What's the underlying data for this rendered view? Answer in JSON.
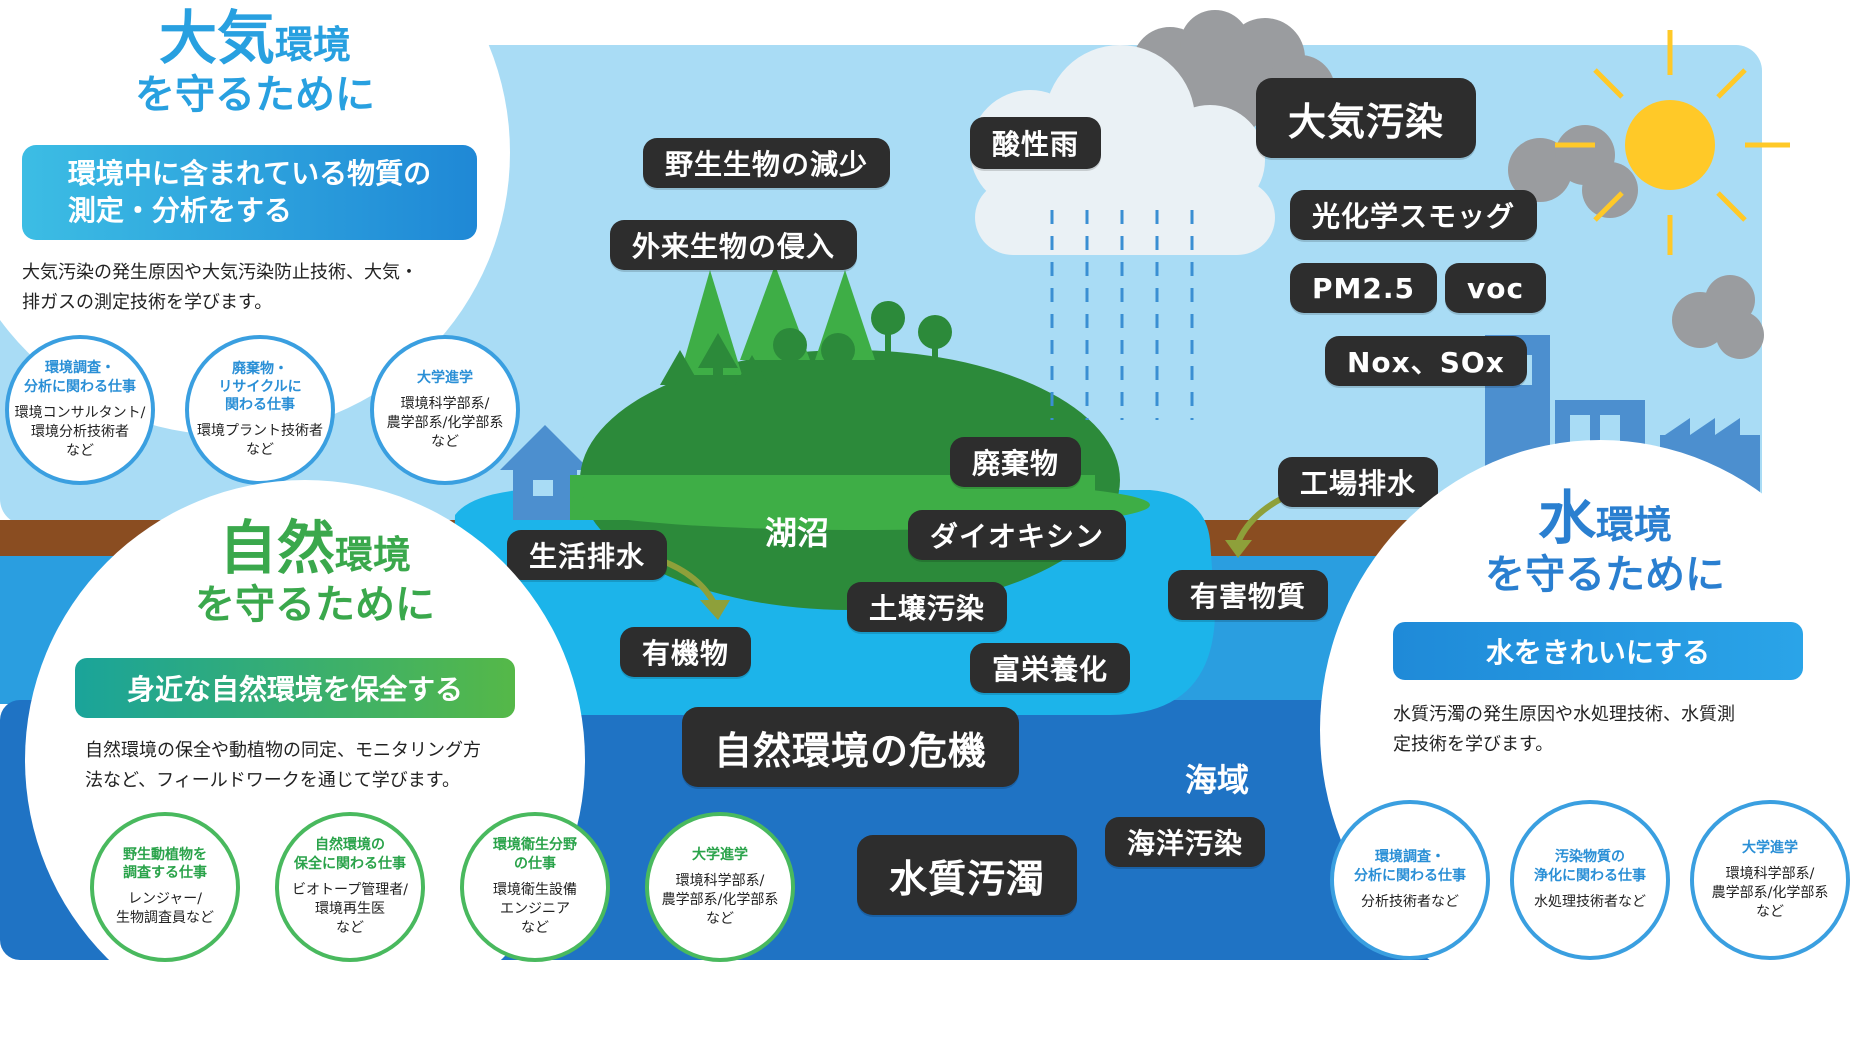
{
  "colors": {
    "sky": "#a9dcf5",
    "lake": "#1cb4ea",
    "sea_light": "#2a9ee0",
    "sea_dark": "#1f73c4",
    "ground": "#8a4d21",
    "hill_dark": "#2c8a3a",
    "hill_light": "#3eae46",
    "tag": "#2d2d2d",
    "air_title": "#28a0e0",
    "nature_title": "#3aa84c",
    "water_title": "#2a7fd0",
    "sun": "#ffc928"
  },
  "air": {
    "title_big": "大気",
    "title_small": "環境",
    "title_line2": "を守るために",
    "banner": "環境中に含まれている物質の\n測定・分析をする",
    "desc": "大気汚染の発生原因や大気汚染防止技術、大気・\n排ガスの測定技術を学びます。",
    "jobs": [
      {
        "title": "環境調査・\n分析に関わる仕事",
        "detail": "環境コンサルタント/\n環境分析技術者\nなど"
      },
      {
        "title": "廃棄物・\nリサイクルに\n関わる仕事",
        "detail": "環境プラント技術者\nなど"
      },
      {
        "title": "大学進学",
        "detail": "環境科学部系/\n農学部系/化学部系\nなど"
      }
    ]
  },
  "nature": {
    "title_big": "自然",
    "title_small": "環境",
    "title_line2": "を守るために",
    "banner": "身近な自然環境を保全する",
    "desc": "自然環境の保全や動植物の同定、モニタリング方\n法など、フィールドワークを通じて学びます。",
    "jobs": [
      {
        "title": "野生動植物を\n調査する仕事",
        "detail": "レンジャー/\n生物調査員など"
      },
      {
        "title": "自然環境の\n保全に関わる仕事",
        "detail": "ビオトープ管理者/\n環境再生医\nなど"
      },
      {
        "title": "環境衛生分野\nの仕事",
        "detail": "環境衛生設備\nエンジニア\nなど"
      },
      {
        "title": "大学進学",
        "detail": "環境科学部系/\n農学部系/化学部系\nなど"
      }
    ]
  },
  "water": {
    "title_big": "水",
    "title_small": "環境",
    "title_line2": "を守るために",
    "banner": "水をきれいにする",
    "desc": "水質汚濁の発生原因や水処理技術、水質測\n定技術を学びます。",
    "jobs": [
      {
        "title": "環境調査・\n分析に関わる仕事",
        "detail": "分析技術者など"
      },
      {
        "title": "汚染物質の\n浄化に関わる仕事",
        "detail": "水処理技術者など"
      },
      {
        "title": "大学進学",
        "detail": "環境科学部系/\n農学部系/化学部系\nなど"
      }
    ]
  },
  "tags": {
    "wildlife_decline": "野生生物の減少",
    "alien_species": "外来生物の侵入",
    "acid_rain": "酸性雨",
    "air_pollution": "大気汚染",
    "photochemical_smog": "光化学スモッグ",
    "pm25": "PM2.5",
    "voc": "voc",
    "nox_sox": "Nox、SOx",
    "waste": "廃棄物",
    "factory_wastewater": "工場排水",
    "dioxin": "ダイオキシン",
    "household_wastewater": "生活排水",
    "harmful_substances": "有害物質",
    "soil_contamination": "土壌汚染",
    "organic_matter": "有機物",
    "eutrophication": "富栄養化",
    "nature_crisis": "自然環境の危機",
    "marine_pollution": "海洋汚染",
    "water_pollution": "水質汚濁"
  },
  "labels": {
    "lakes": "湖沼",
    "sea": "海域"
  }
}
